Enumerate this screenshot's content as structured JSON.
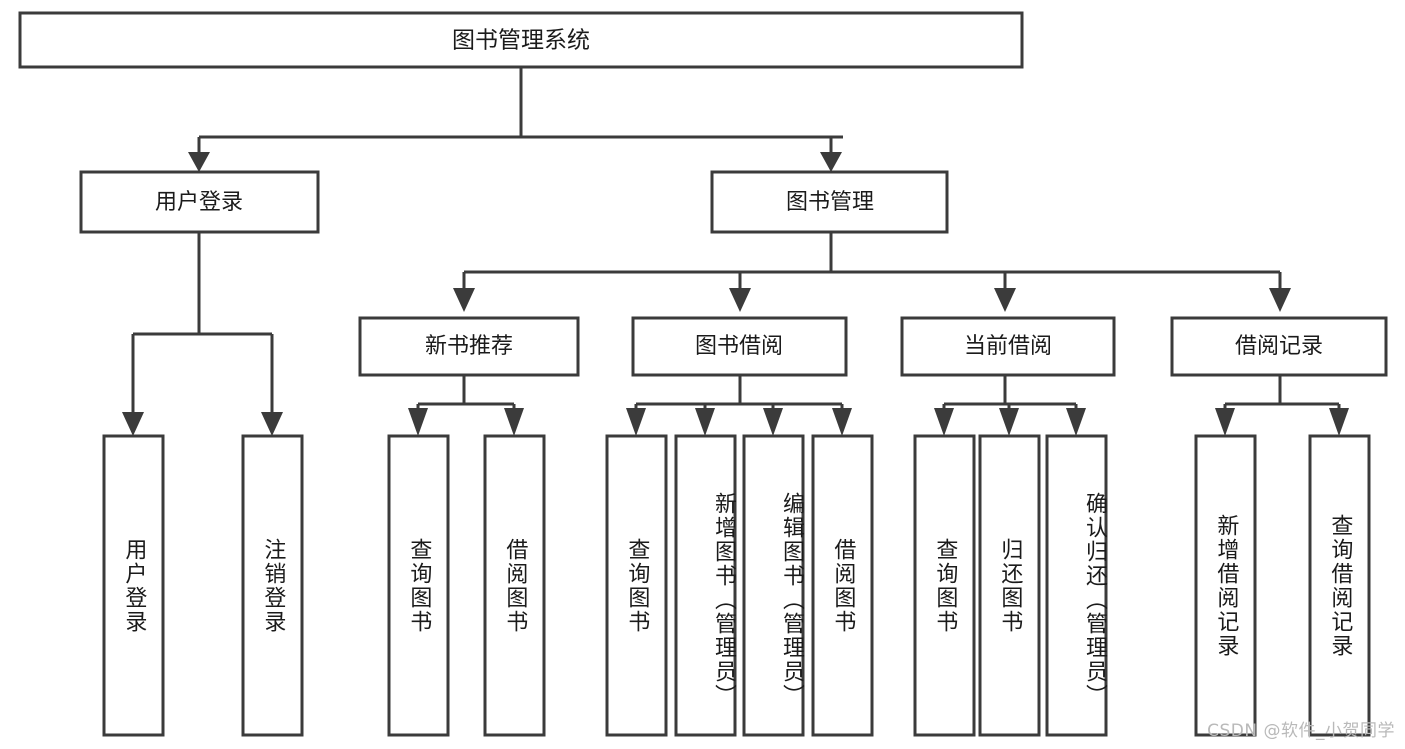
{
  "diagram": {
    "title": "图书管理系统",
    "type": "tree",
    "watermark": "CSDN @软件_小贺同学",
    "colors": {
      "box_stroke": "#3b3b3b",
      "box_fill": "#ffffff",
      "connector": "#3b3b3b",
      "text": "#1b1b1b",
      "watermark": "#b9b9b9",
      "background": "#ffffff"
    },
    "root": {
      "label": "图书管理系统"
    },
    "level2": [
      {
        "label": "用户登录"
      },
      {
        "label": "图书管理"
      }
    ],
    "level3": [
      {
        "label": "新书推荐"
      },
      {
        "label": "图书借阅"
      },
      {
        "label": "当前借阅"
      },
      {
        "label": "借阅记录"
      }
    ],
    "leaves": {
      "user_login": [
        {
          "label": "用户登录"
        },
        {
          "label": "注销登录"
        }
      ],
      "new_book_recommend": [
        {
          "label": "查询图书"
        },
        {
          "label": "借阅图书"
        }
      ],
      "book_borrow": [
        {
          "label": "查询图书"
        },
        {
          "label": "新增图书（管理员）"
        },
        {
          "label": "编辑图书（管理员）"
        },
        {
          "label": "借阅图书"
        }
      ],
      "current_borrow": [
        {
          "label": "查询图书"
        },
        {
          "label": "归还图书"
        },
        {
          "label": "确认归还（管理员）"
        }
      ],
      "borrow_record": [
        {
          "label": "新增借阅记录"
        },
        {
          "label": "查询借阅记录"
        }
      ]
    }
  }
}
